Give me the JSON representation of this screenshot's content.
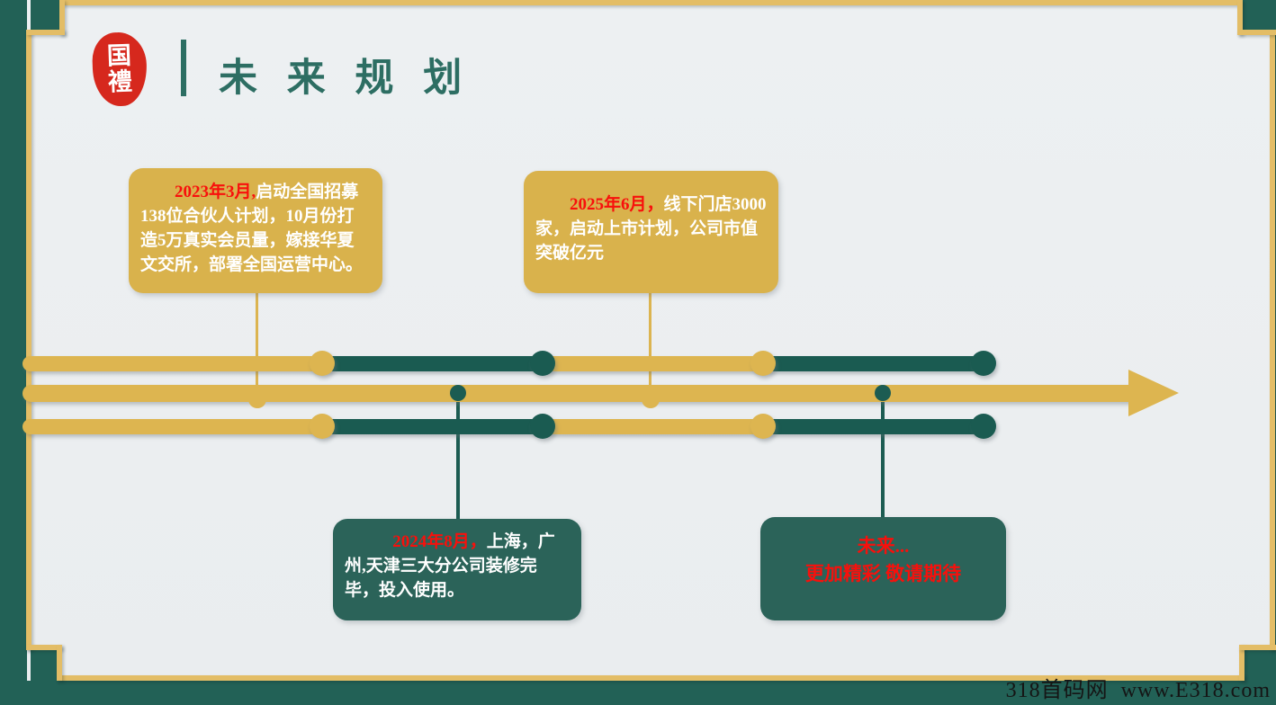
{
  "header": {
    "seal_char_top": "国",
    "seal_char_bottom": "禮",
    "title": "未 来 规 划"
  },
  "timeline": {
    "boxes": [
      {
        "date": "2023年3月,",
        "text": "启动全国招募138位合伙人计划，10月份打造5万真实会员量，嫁接华夏文交所，部署全国运营中心。",
        "variant": "gold"
      },
      {
        "date": "2025年6月，",
        "text": "线下门店3000家，启动上市计划，公司市值突破亿元",
        "variant": "gold"
      },
      {
        "date": "2024年8月，",
        "text": "上海，广州,天津三大分公司装修完毕，投入使用。",
        "variant": "teal"
      },
      {
        "line1": "未来...",
        "line2": "更加精彩 敬请期待",
        "variant": "teal"
      }
    ]
  },
  "footer": {
    "watermark": "318首码网  www.E318.com"
  },
  "colors": {
    "frame_teal": "#226156",
    "frame_gold": "#e3bd66",
    "timeline_gold": "#ddb550",
    "timeline_teal": "#1a5b51",
    "box_gold": "#d9b24c",
    "box_teal": "#2b6359",
    "title_teal": "#2d6e63",
    "date_red": "#f8100c",
    "seal_red": "#d6281d",
    "content_bg": "#edf0f2"
  }
}
